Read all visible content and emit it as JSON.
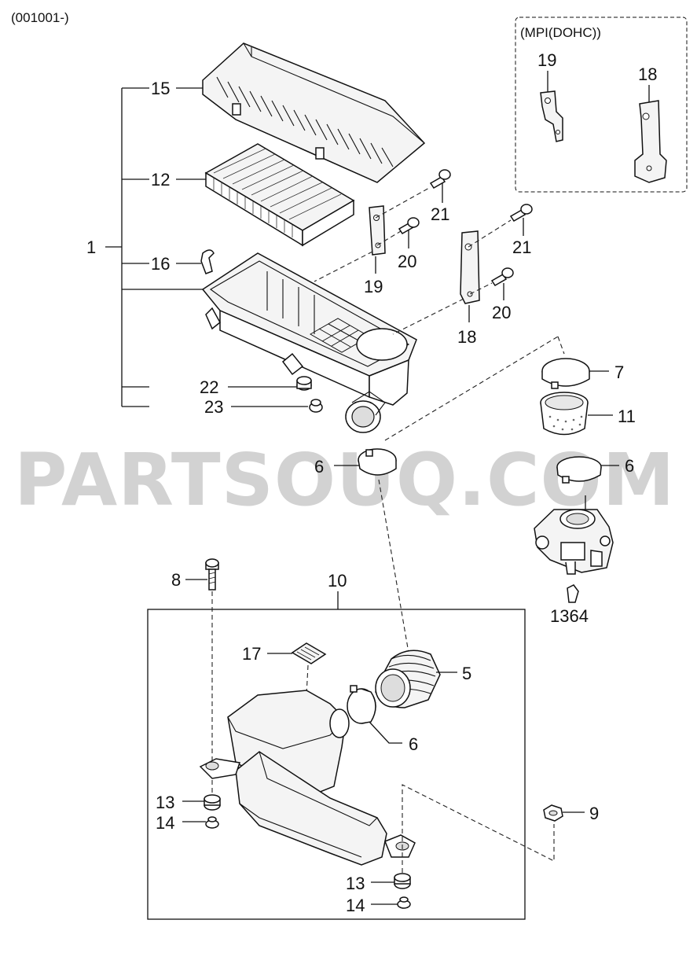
{
  "header": {
    "code": "(001001-)"
  },
  "inset": {
    "title": "(MPI(DOHC))",
    "labels": {
      "p19": "19",
      "p18": "18"
    }
  },
  "watermark": "PARTSOUQ.COM",
  "labels": {
    "p1": "1",
    "p15": "15",
    "p12": "12",
    "p16": "16",
    "p22": "22",
    "p23": "23",
    "p21a": "21",
    "p20a": "20",
    "p19": "19",
    "p21b": "21",
    "p20b": "20",
    "p18": "18",
    "p7": "7",
    "p11": "11",
    "p6a": "6",
    "p6b": "6",
    "p1364": "1364",
    "p8": "8",
    "p10": "10",
    "p17": "17",
    "p5": "5",
    "p6c": "6",
    "p13a": "13",
    "p14a": "14",
    "p9": "9",
    "p13b": "13",
    "p14b": "14"
  }
}
